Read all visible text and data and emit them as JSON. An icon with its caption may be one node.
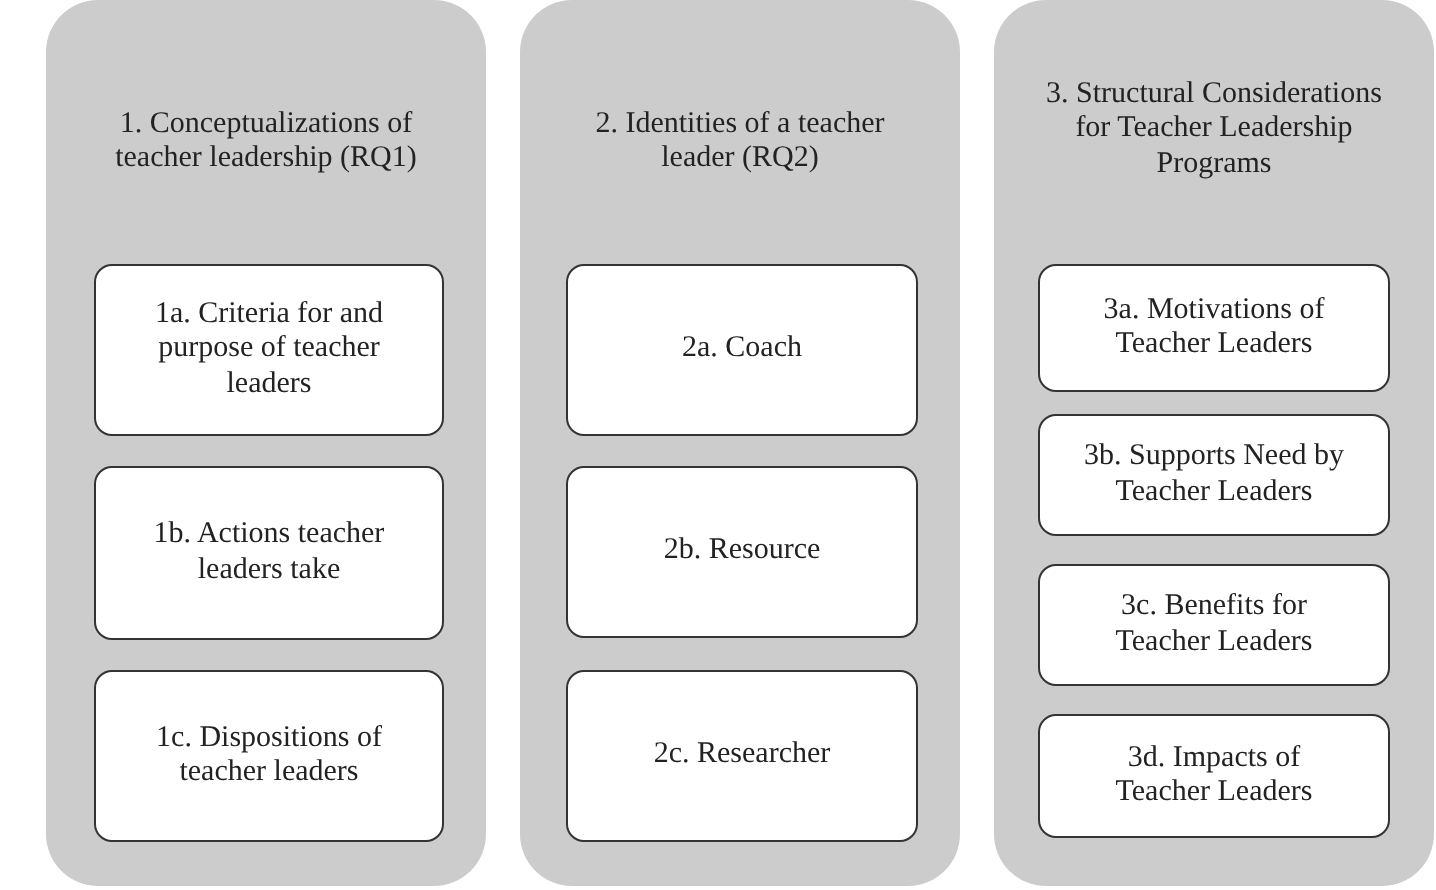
{
  "diagram": {
    "nodes": [
      {
        "text": [
          "1. Conceptualizations of teacher leadership (RQ1)"
        ]
      },
      {
        "text": [
          "1a. Criteria for and purpose of teacher leaders"
        ],
        "in": 0
      },
      {
        "text": [
          "1b. Actions teacher leaders take"
        ],
        "in": 0
      },
      {
        "text": [
          "1c. Dispositions of teacher leaders"
        ],
        "in": 0
      },
      {
        "text": [
          "2. Identities of a teacher leader (RQ2)"
        ]
      },
      {
        "text": [
          "2a. Coach"
        ],
        "in": 4
      },
      {
        "text": [
          "2b. Resource"
        ],
        "in": 4
      },
      {
        "text": [
          "2c. Researcher"
        ],
        "in": 4
      },
      {
        "text": [
          "3. Structural Considerations for Teacher Leadership Programs"
        ]
      },
      {
        "text": [
          "3a. Motivations of Teacher Leaders"
        ],
        "in": 8
      },
      {
        "text": [
          "3b. Supports Need by Teacher Leaders"
        ],
        "in": 8
      },
      {
        "text": [
          "3c. Benefits for Teacher Leaders"
        ],
        "in": 8
      },
      {
        "text": [
          "3d. Impacts of Teacher Leaders"
        ],
        "in": 8
      }
    ]
  }
}
